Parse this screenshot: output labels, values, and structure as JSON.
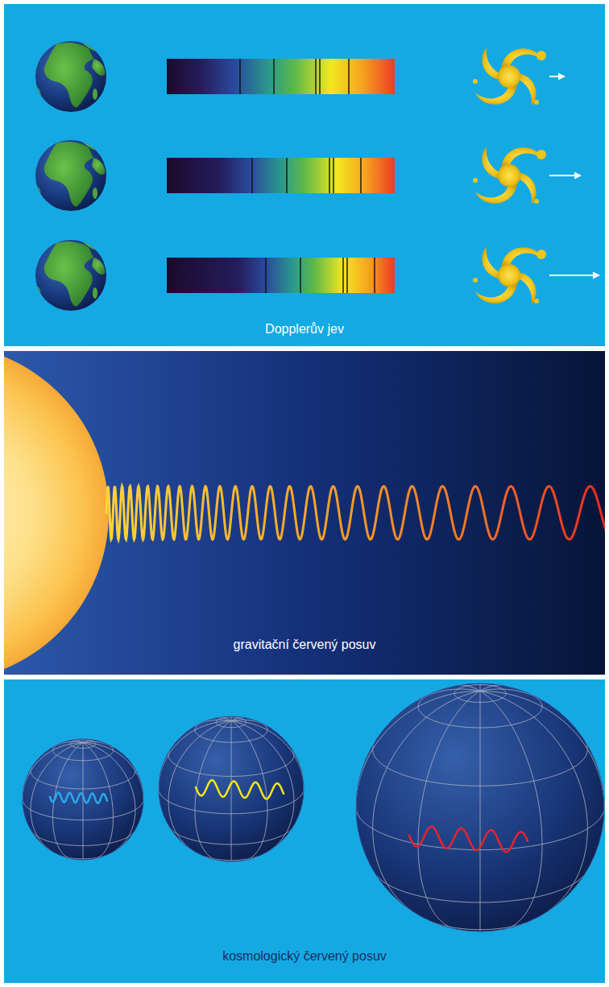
{
  "diagram": {
    "nodes": [
      {
        "text": [
          "Dopplerův jev"
        ]
      },
      {
        "text": [
          "gravitační červený posuv"
        ]
      },
      {
        "text": [
          "kosmologický červený posuv"
        ]
      }
    ]
  }
}
